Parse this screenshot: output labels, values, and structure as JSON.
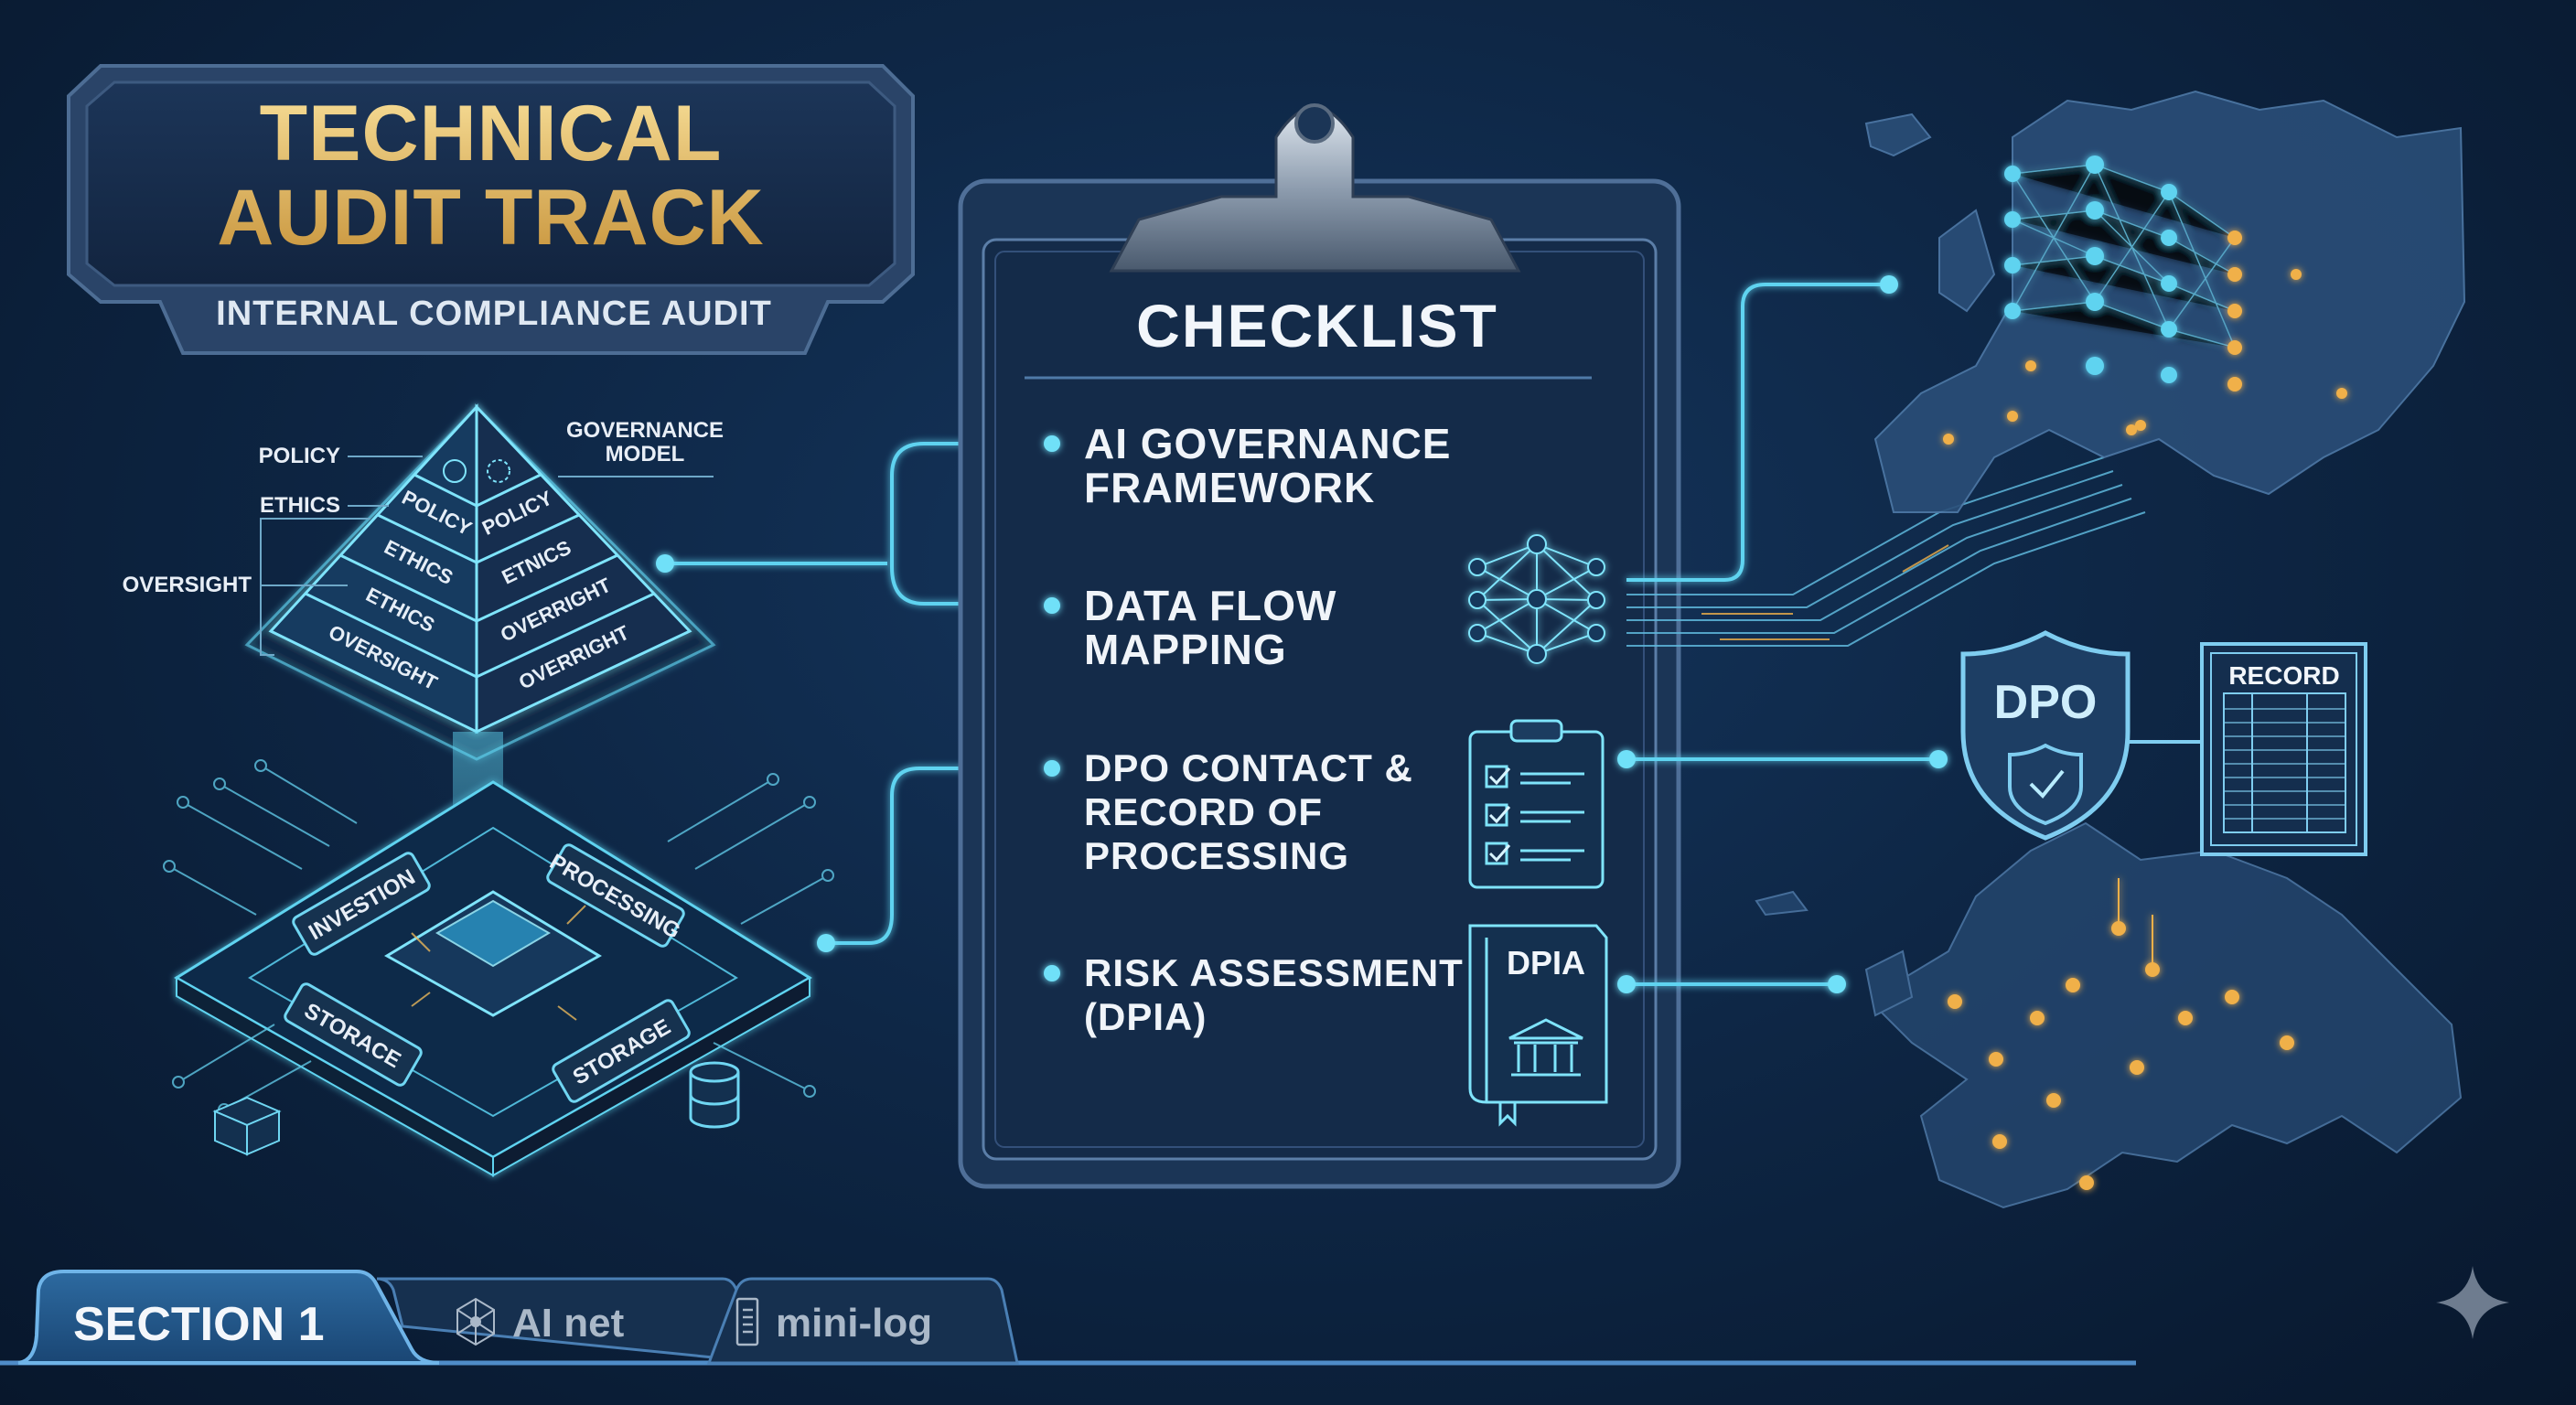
{
  "header": {
    "title_line1": "TECHNICAL",
    "title_line2": "AUDIT TRACK",
    "subtitle": "INTERNAL COMPLIANCE AUDIT"
  },
  "pyramid": {
    "side_labels": [
      "POLICY",
      "ETHICS",
      "OVERSIGHT"
    ],
    "governance_label_line1": "GOVERNANCE",
    "governance_label_line2": "MODEL",
    "left_face": [
      "POLICY",
      "ETHICS",
      "ETHICS",
      "OVERSIGHT"
    ],
    "right_face": [
      "POLICY",
      "ETNICS",
      "OVERRIGHT",
      "OVERRIGHT"
    ],
    "top_icons": [
      "shield-gear-icon",
      "gear-icon"
    ]
  },
  "platform": {
    "modules": [
      "INVESTION",
      "PROCESSING",
      "STORACE",
      "STORAGE"
    ]
  },
  "checklist": {
    "title": "CHECKLIST",
    "items": [
      {
        "lines": [
          "AI GOVERNANCE",
          "FRAMEWORK"
        ],
        "icon": "none"
      },
      {
        "lines": [
          "DATA FLOW",
          "MAPPING"
        ],
        "icon": "neural-network-icon"
      },
      {
        "lines": [
          "DPO CONTACT &",
          "RECORD OF",
          "PROCESSING"
        ],
        "icon": "clipboard-checklist-icon"
      },
      {
        "lines": [
          "RISK ASSESSMENT",
          "(DPIA)"
        ],
        "icon": "dpia-book-icon",
        "icon_label": "DPIA"
      }
    ]
  },
  "map": {
    "dpo_badge": "DPO",
    "record_title": "RECORD"
  },
  "tabs": [
    {
      "label": "SECTION 1",
      "active": true
    },
    {
      "label": "AI net",
      "icon": "network-icon",
      "active": false
    },
    {
      "label": "mini-log",
      "icon": "log-document-icon",
      "active": false
    }
  ],
  "colors": {
    "background": "#0e2746",
    "accent_cyan": "#5fd3f0",
    "title_gold": "#e2b65a",
    "node_orange": "#f0b04a"
  }
}
